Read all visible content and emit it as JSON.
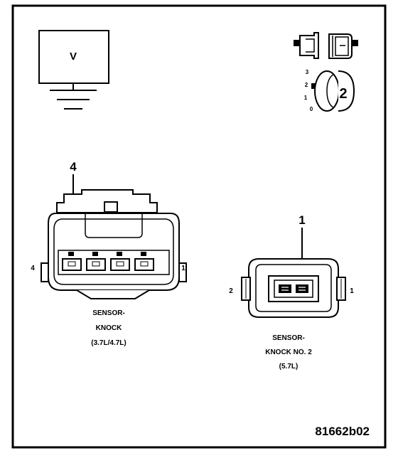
{
  "meter": {
    "label": "V"
  },
  "test_symbol": {
    "scale_marks": [
      "3",
      "2",
      "1",
      "0"
    ],
    "badge": "2"
  },
  "connector_left": {
    "callout": "4",
    "pin_left": "4",
    "pin_right": "1",
    "title_line1": "SENSOR-",
    "title_line2": "KNOCK",
    "title_line3": "(3.7L/4.7L)"
  },
  "connector_right": {
    "callout": "1",
    "pin_left": "2",
    "pin_right": "1",
    "title_line1": "SENSOR-",
    "title_line2": "KNOCK NO. 2",
    "title_line3": "(5.7L)"
  },
  "figure_id": "81662b02"
}
